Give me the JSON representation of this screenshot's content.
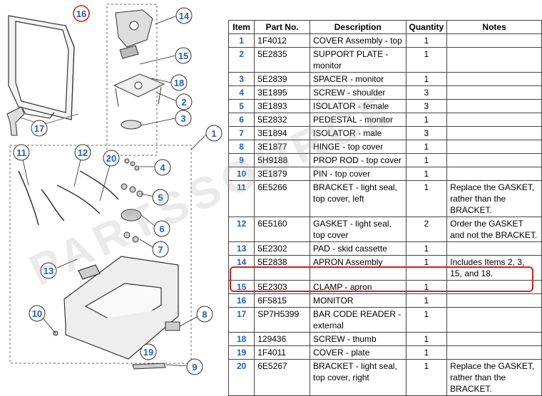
{
  "watermark": "PARTSSOURCE",
  "callouts": [
    "16",
    "14",
    "15",
    "18",
    "2",
    "3",
    "17",
    "1",
    "11",
    "12",
    "20",
    "4",
    "5",
    "6",
    "7",
    "13",
    "10",
    "8",
    "19",
    "9"
  ],
  "table": {
    "headers": [
      "Item",
      "Part No.",
      "Description",
      "Quantity",
      "Notes"
    ],
    "rows": [
      {
        "item": "1",
        "part": "1F4012",
        "desc": "COVER Assembly - top",
        "qty": "1",
        "notes": ""
      },
      {
        "item": "2",
        "part": "5E2835",
        "desc": "SUPPORT PLATE - monitor",
        "qty": "1",
        "notes": ""
      },
      {
        "item": "3",
        "part": "5E2839",
        "desc": "SPACER - monitor",
        "qty": "1",
        "notes": ""
      },
      {
        "item": "4",
        "part": "3E1895",
        "desc": "SCREW - shoulder",
        "qty": "3",
        "notes": ""
      },
      {
        "item": "5",
        "part": "3E1893",
        "desc": "ISOLATOR - female",
        "qty": "3",
        "notes": ""
      },
      {
        "item": "6",
        "part": "5E2832",
        "desc": "PEDESTAL - monitor",
        "qty": "1",
        "notes": ""
      },
      {
        "item": "7",
        "part": "3E1894",
        "desc": "ISOLATOR - male",
        "qty": "3",
        "notes": ""
      },
      {
        "item": "8",
        "part": "3E1877",
        "desc": "HINGE - top cover",
        "qty": "1",
        "notes": ""
      },
      {
        "item": "9",
        "part": "5H9188",
        "desc": "PROP ROD - top cover",
        "qty": "1",
        "notes": ""
      },
      {
        "item": "10",
        "part": "3E1879",
        "desc": "PIN - top cover",
        "qty": "1",
        "notes": ""
      },
      {
        "item": "11",
        "part": "6E5266",
        "desc": "BRACKET - light seal, top cover, left",
        "qty": "1",
        "notes": "Replace the GASKET, rather than the BRACKET."
      },
      {
        "item": "12",
        "part": "6E5160",
        "desc": "GASKET - light seal, top cover",
        "qty": "2",
        "notes": "Order the GASKET and not the BRACKET."
      },
      {
        "item": "13",
        "part": "5E2302",
        "desc": "PAD - skid cassette",
        "qty": "1",
        "notes": ""
      },
      {
        "item": "14",
        "part": "5E2838",
        "desc": "APRON Assembly",
        "qty": "1",
        "notes": "Includes Items 2, 3, 15, and 18."
      },
      {
        "item": "15",
        "part": "5E2303",
        "desc": "CLAMP - apron",
        "qty": "1",
        "notes": ""
      },
      {
        "item": "16",
        "part": "6F5815",
        "desc": "MONITOR",
        "qty": "1",
        "notes": ""
      },
      {
        "item": "17",
        "part": "SP7H5399",
        "desc": "BAR CODE READER - external",
        "qty": "1",
        "notes": ""
      },
      {
        "item": "18",
        "part": "129436",
        "desc": "SCREW - thumb",
        "qty": "1",
        "notes": ""
      },
      {
        "item": "19",
        "part": "1F4011",
        "desc": "COVER - plate",
        "qty": "1",
        "notes": ""
      },
      {
        "item": "20",
        "part": "6E5267",
        "desc": "BRACKET - light seal, top cover, right",
        "qty": "1",
        "notes": "Replace the GASKET, rather than the BRACKET."
      }
    ]
  },
  "colors": {
    "callout": "#1f5fbf",
    "highlight": "#d42020"
  }
}
